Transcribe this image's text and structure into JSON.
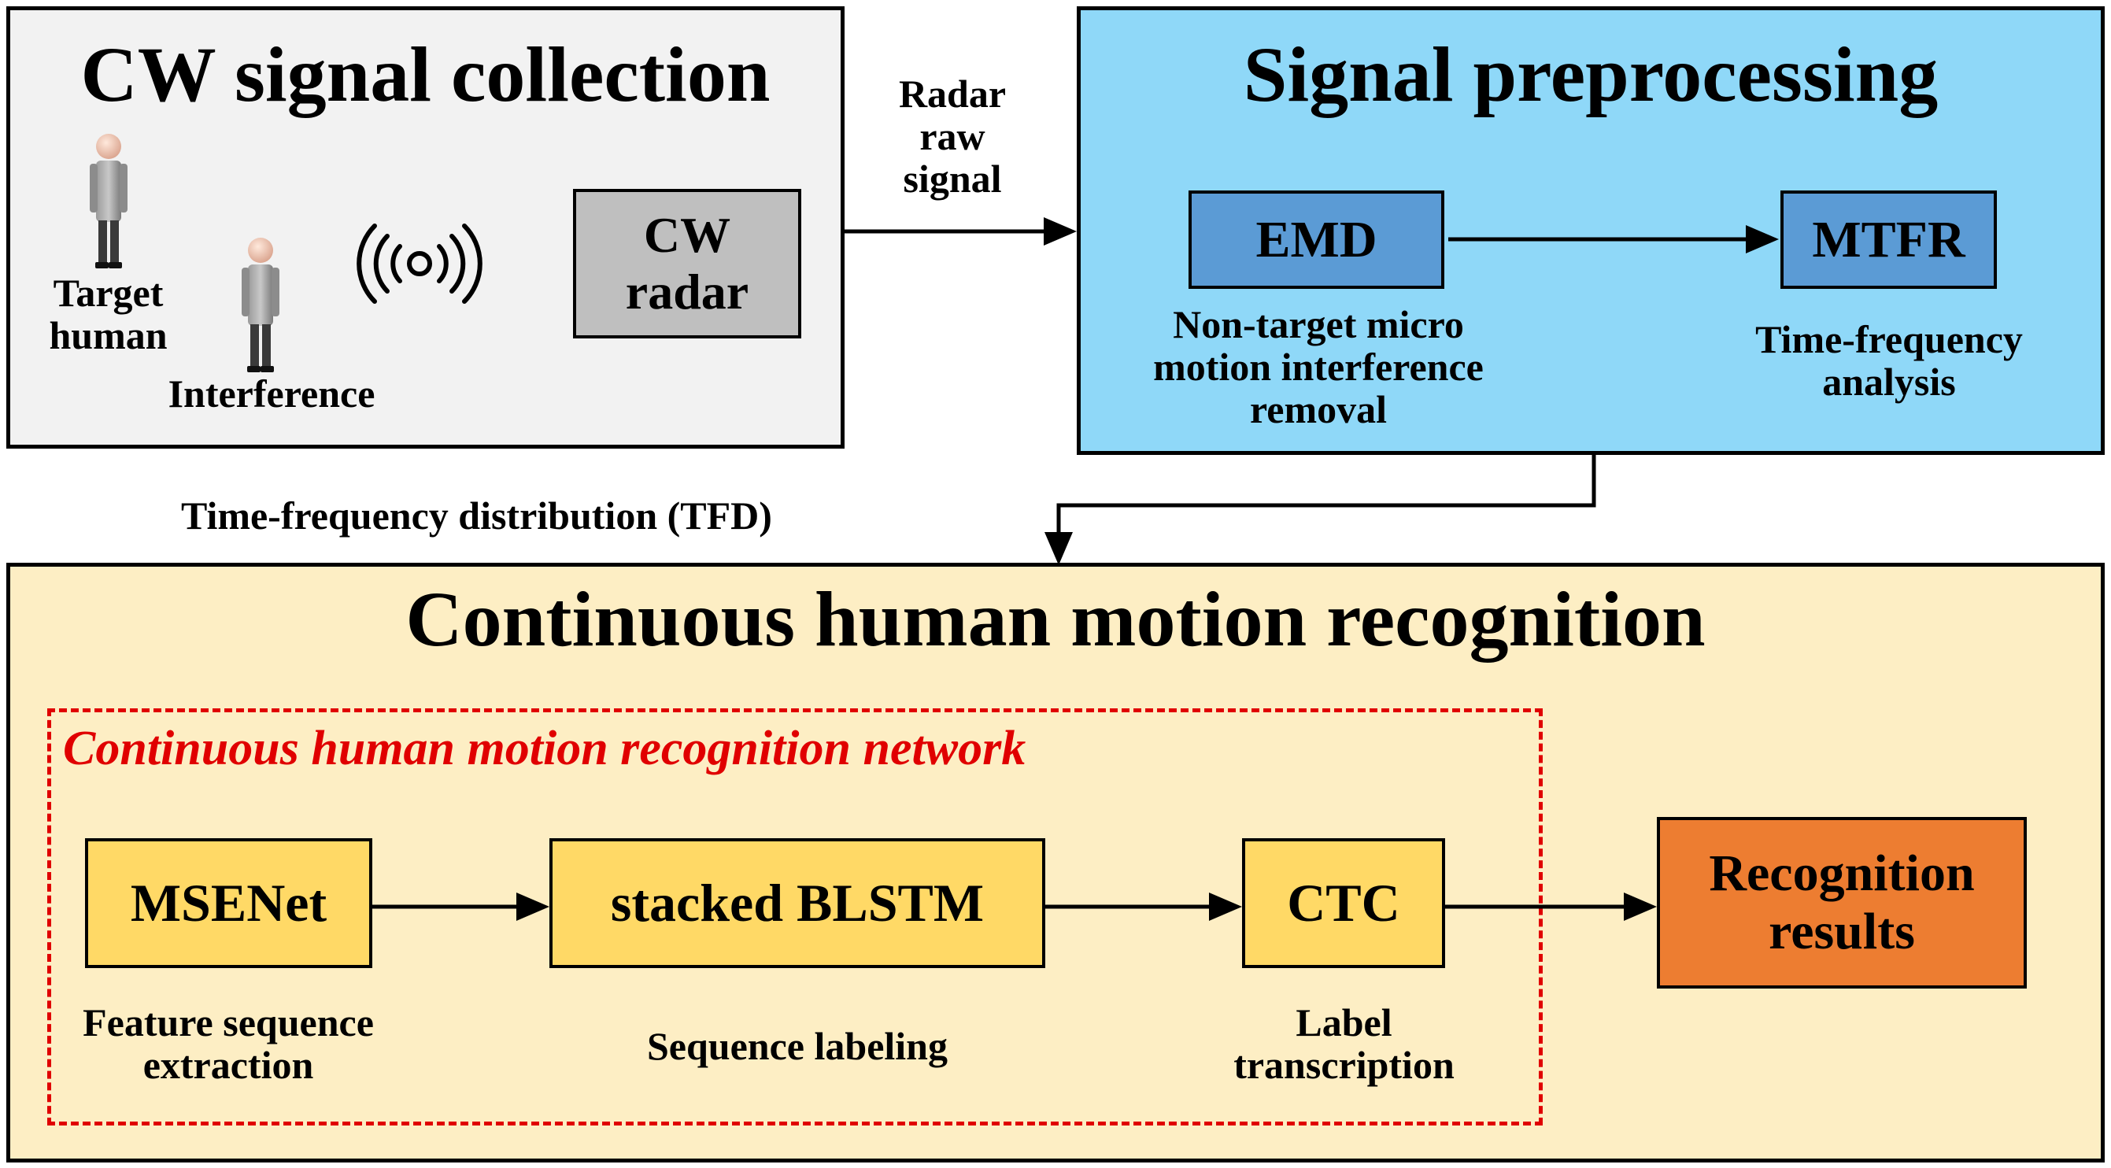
{
  "collection": {
    "title": "CW signal collection",
    "target_label": "Target\nhuman",
    "interference_label": "Interference",
    "radar_box": "CW\nradar"
  },
  "raw_signal_label": "Radar\nraw\nsignal",
  "preprocessing": {
    "title": "Signal preprocessing",
    "emd_box": "EMD",
    "emd_caption": "Non-target micro\nmotion interference\nremoval",
    "mtfr_box": "MTFR",
    "mtfr_caption": "Time-frequency\nanalysis"
  },
  "tfd_label": "Time-frequency distribution (TFD)",
  "recognition": {
    "title": "Continuous human motion recognition",
    "network_title": "Continuous human motion recognition network",
    "msenet_box": "MSENet",
    "msenet_caption": "Feature sequence\nextraction",
    "blstm_box": "stacked BLSTM",
    "blstm_caption": "Sequence labeling",
    "ctc_box": "CTC",
    "ctc_caption": "Label\ntranscription",
    "results_box": "Recognition\nresults"
  },
  "colors": {
    "collection_bg": "#f2f2f2",
    "preprocessing_bg": "#8fd8f8",
    "blue_box": "#5b9bd5",
    "radar_box": "#bfbfbf",
    "recognition_bg": "#fdeec4",
    "yellow_box": "#ffd966",
    "results_box": "#ed7d31",
    "network_border": "#e00000"
  },
  "icons": [
    "person-icon",
    "radio-waves-icon"
  ]
}
